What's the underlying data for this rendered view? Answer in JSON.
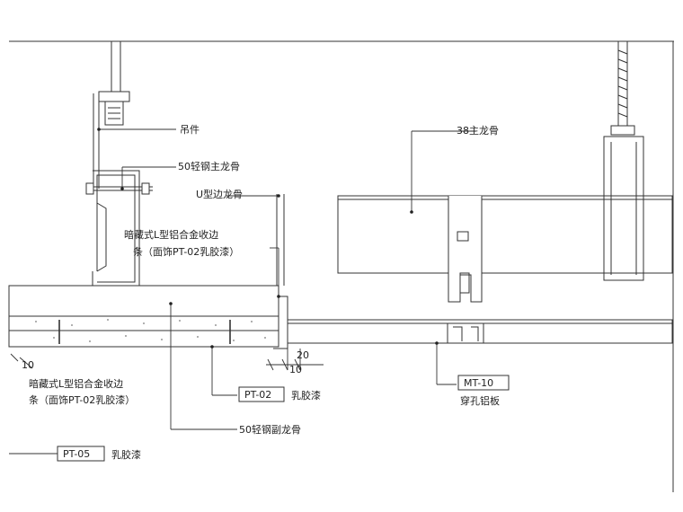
{
  "labels": {
    "hanger": "吊件",
    "main_keel_50": "50轻钢主龙骨",
    "u_edge_keel": "U型边龙骨",
    "hidden_trim_line1": "暗藏式L型铝合金收边",
    "hidden_trim_line2": "条（面饰PT-02乳胶漆）",
    "main_keel_38": "38主龙骨",
    "lower_trim_line1": "暗藏式L型铝合金收边",
    "lower_trim_line2": "条（面饰PT-02乳胶漆）",
    "sub_keel_50": "50轻钢副龙骨"
  },
  "dimensions": {
    "left_offset": "10",
    "gap_width": "20",
    "trim_width": "10"
  },
  "tags": [
    {
      "code": "PT-02",
      "desc": "乳胶漆"
    },
    {
      "code": "MT-10",
      "desc": "穿孔铝板"
    },
    {
      "code": "PT-05",
      "desc": "乳胶漆"
    }
  ]
}
